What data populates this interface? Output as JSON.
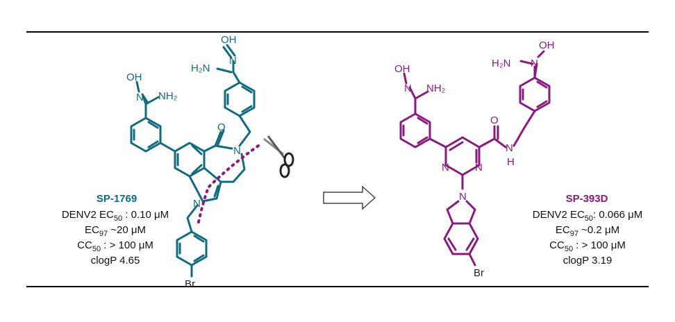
{
  "colors": {
    "left_compound": "#0e6b80",
    "right_compound": "#8a1a7e",
    "text": "#111111",
    "rule": "#000000"
  },
  "left": {
    "name": "SP-1769",
    "atoms": {
      "oh_top": "OH",
      "n_top": "N",
      "h2n_top": "H₂N",
      "oh_left": "OH",
      "n_left": "N",
      "nh2_left": "NH₂",
      "o_carbonyl": "O",
      "n_amide": "N",
      "n_indole": "N",
      "br": "Br"
    },
    "properties": [
      {
        "pre": "DENV2 EC",
        "sub": "50",
        "post": " : 0.10 μM"
      },
      {
        "pre": "EC",
        "sub": "97",
        "post": " ~20 μM"
      },
      {
        "pre": "CC",
        "sub": "50",
        "post": " : > 100 μM"
      },
      {
        "pre": "clogP 4.65",
        "sub": "",
        "post": ""
      }
    ]
  },
  "right": {
    "name": "SP-393D",
    "atoms": {
      "oh_top": "OH",
      "n_top": "N",
      "h2n_top": "H₂N",
      "oh_left": "OH",
      "n_left": "N",
      "nh2_left": "NH₂",
      "o_carbonyl": "O",
      "nh_amide_n": "N",
      "nh_amide_h": "H",
      "n_pyr_1": "N",
      "n_pyr_2": "N",
      "n_isoindoline": "N",
      "br": "Br"
    },
    "properties": [
      {
        "pre": "DENV2 EC",
        "sub": "50",
        "post": ": 0.066 μM"
      },
      {
        "pre": "EC",
        "sub": "97",
        "post": " ~0.2 μM"
      },
      {
        "pre": "CC",
        "sub": "50",
        "post": " : > 100 μM"
      },
      {
        "pre": "clogP 3.19",
        "sub": "",
        "post": ""
      }
    ]
  },
  "icons": {
    "arrow": "right-arrow-icon",
    "scissors": "scissors-icon"
  }
}
